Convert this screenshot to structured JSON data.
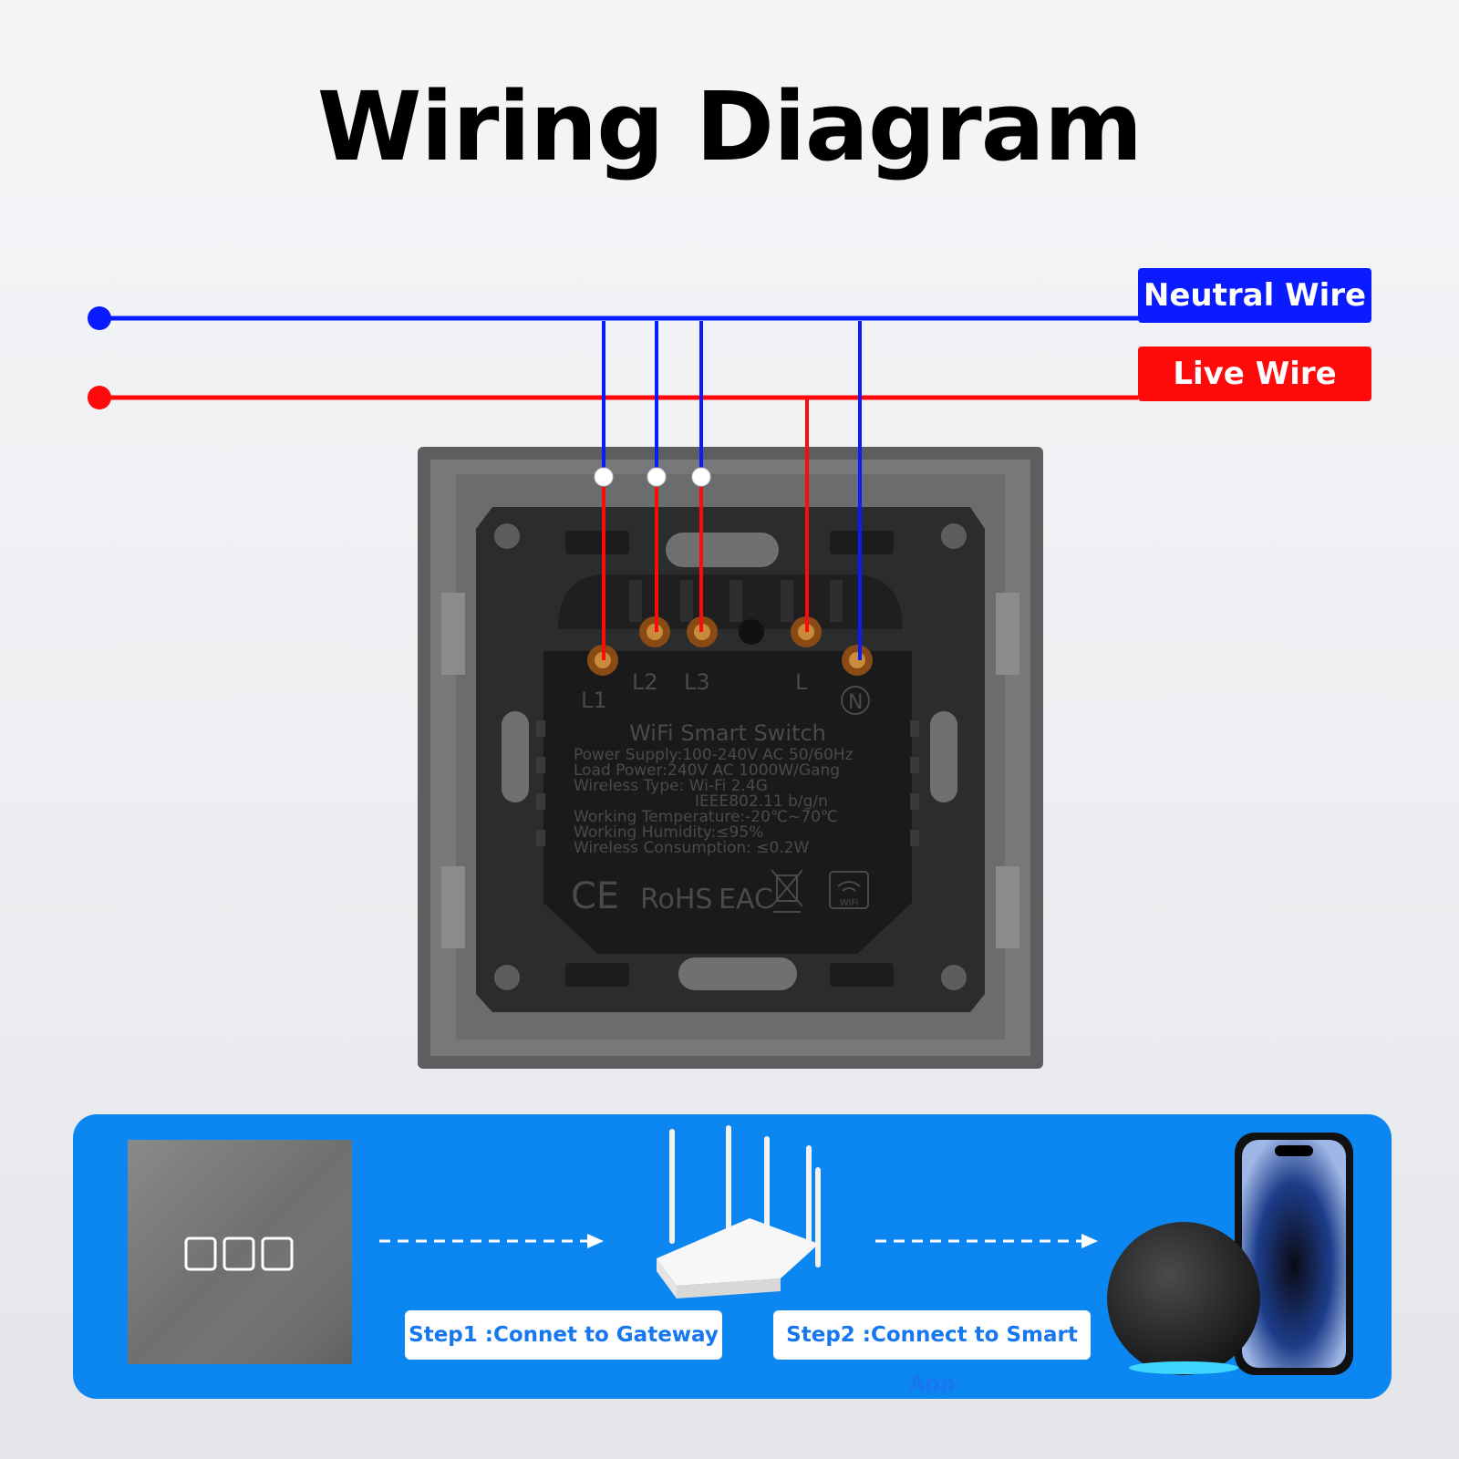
{
  "title": "Wiring Diagram",
  "wires": {
    "neutral_label": "Neutral Wire",
    "live_label": "Live Wire",
    "neutral_color": "#0a1cff",
    "live_color": "#ff0a0a"
  },
  "module": {
    "terminals": [
      "L1",
      "L2",
      "L3",
      "L",
      "N"
    ],
    "name": "WiFi Smart Switch",
    "specs": [
      "Power Supply:100-240V AC 50/60Hz",
      "Load Power:240V AC 1000W/Gang",
      "Wireless Type: Wi-Fi 2.4G",
      "IEEE802.11 b/g/n",
      "Working Temperature:-20℃~70℃",
      "Working Humidity:≤95%",
      "Wireless Consumption: ≤0.2W"
    ],
    "marks": [
      "CE",
      "RoHS",
      "EAC",
      "WiFi"
    ]
  },
  "steps": {
    "step1": "Step1 :Connet to Gateway",
    "step2": "Step2 :Connect to Smart App"
  },
  "icons": [
    "touch-switch-icon",
    "router-icon",
    "smart-speaker-icon",
    "smartphone-icon",
    "arrow-icon"
  ]
}
